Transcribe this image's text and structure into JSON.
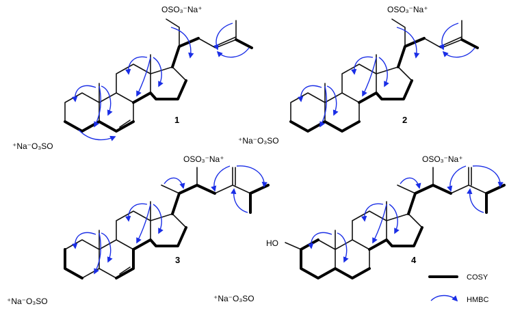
{
  "compounds": [
    {
      "number": "1",
      "side_label": "OSO₃⁻Na⁺",
      "a_label": "⁺Na⁻O₃SO"
    },
    {
      "number": "2",
      "side_label": "OSO₃⁻Na⁺",
      "a_label": "⁺Na⁻O₃SO"
    },
    {
      "number": "3",
      "side_label": "OSO₃⁻Na⁺",
      "a_label": "⁺Na⁻O₃SO"
    },
    {
      "number": "4",
      "side_label": "OSO₃⁻Na⁺",
      "a_label": "⁺Na⁻O₃SO",
      "extra_label": "HO"
    }
  ],
  "legend": {
    "cosy": "COSY",
    "hmbc": "HMBC"
  },
  "colors": {
    "hmbc": "#1a2ee6",
    "bond": "#111111"
  }
}
